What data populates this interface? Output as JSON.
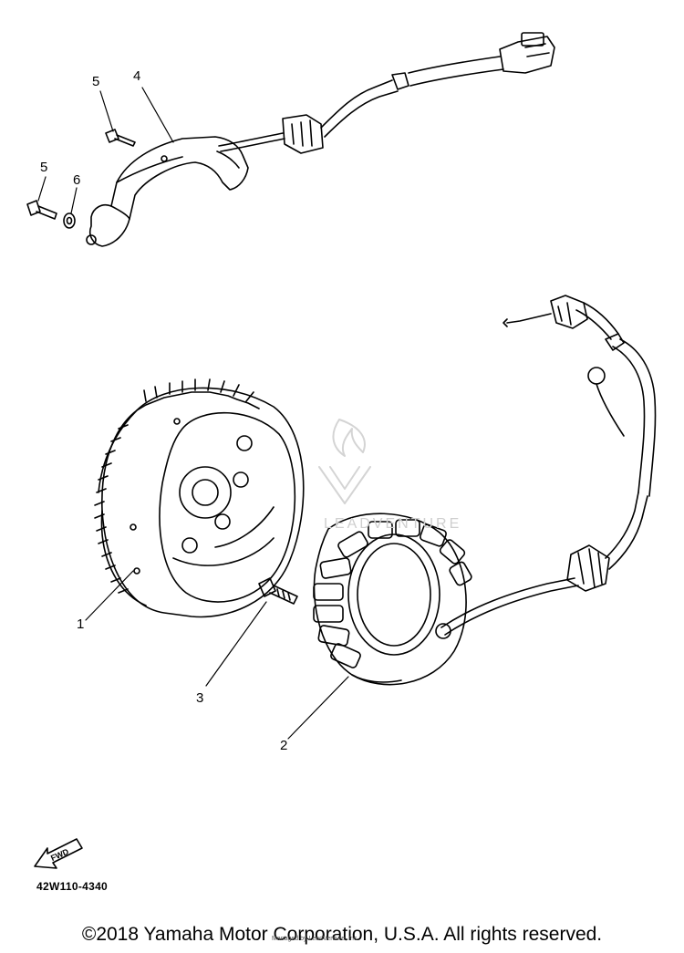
{
  "diagram": {
    "callouts": [
      "1",
      "2",
      "3",
      "4",
      "5",
      "5",
      "6"
    ],
    "fwd_label": "FWD",
    "part_code": "42W110-4340",
    "copyright": "©2018 Yamaha Motor Corporation, U.S.A. All rights reserved.",
    "credit": "Managed by LeadVenture, Inc.",
    "watermark": "LEADVENTURE"
  },
  "colors": {
    "ink": "#000000",
    "paper": "#ffffff",
    "watermark": "#d0d0d0"
  }
}
